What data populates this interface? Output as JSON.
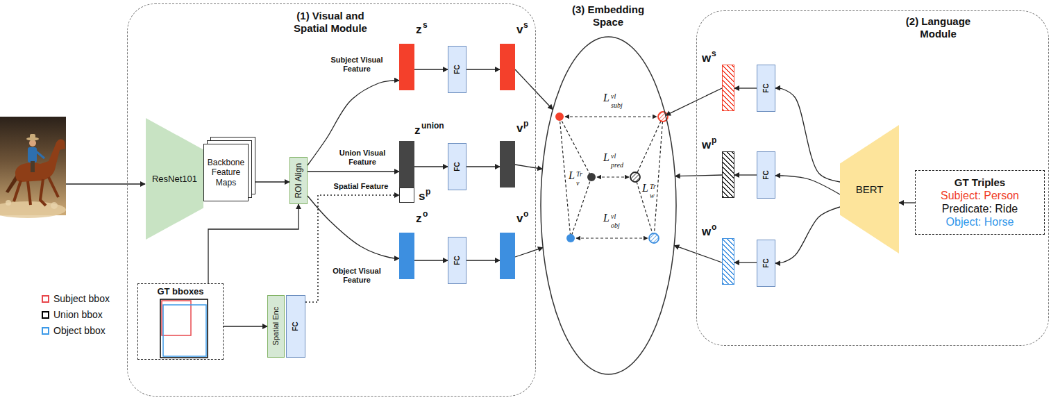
{
  "diagram": {
    "nodes": [
      {
        "text": [
          "(1) Visual and Spatial Module"
        ]
      },
      {
        "text": [
          "ResNet101"
        ],
        "in": 0
      },
      {
        "text": [
          "Backbone Feature Maps"
        ],
        "in": 0
      },
      {
        "text": [
          "ROI Align"
        ],
        "in": 0
      },
      {
        "text": [
          "z",
          "s"
        ],
        "in": 0
      },
      {
        "text": [
          "FC"
        ],
        "in": 0
      },
      {
        "text": [
          "v",
          "s"
        ],
        "in": 0
      },
      {
        "text": [
          "z",
          "union"
        ],
        "in": 0
      },
      {
        "text": [
          "s",
          "p"
        ],
        "in": 0
      },
      {
        "text": [
          "FC"
        ],
        "in": 0
      },
      {
        "text": [
          "v",
          "p"
        ],
        "in": 0
      },
      {
        "text": [
          "z",
          "o"
        ],
        "in": 0
      },
      {
        "text": [
          "FC"
        ],
        "in": 0
      },
      {
        "text": [
          "v",
          "o"
        ],
        "in": 0
      },
      {
        "text": [
          "GT bboxes"
        ],
        "in": 0
      },
      {
        "text": [
          "Spatial Enc"
        ],
        "in": 0
      },
      {
        "text": [
          "FC"
        ],
        "in": 0
      },
      {
        "text": [
          "(3) Embedding Space"
        ]
      },
      {
        "text": [
          "(2) Language Module"
        ]
      },
      {
        "text": [
          "w",
          "s"
        ],
        "in": 18
      },
      {
        "text": [
          "FC"
        ],
        "in": 18
      },
      {
        "text": [
          "w",
          "p"
        ],
        "in": 18
      },
      {
        "text": [
          "FC"
        ],
        "in": 18
      },
      {
        "text": [
          "w",
          "o"
        ],
        "in": 18
      },
      {
        "text": [
          "FC"
        ],
        "in": 18
      },
      {
        "text": [
          "BERT"
        ],
        "in": 18
      },
      {
        "text": [
          "GT Triples",
          "Subject: Person",
          "Predicate: Ride",
          "Object: Horse"
        ],
        "in": 18
      }
    ],
    "edges": [
      {
        "from": 2,
        "to": 3,
        "arrow": "to"
      },
      {
        "from": 14,
        "to": 3,
        "arrow": "to"
      },
      {
        "from": 3,
        "to": 4,
        "arrow": "to",
        "label": "Subject Visual Feature"
      },
      {
        "from": 3,
        "to": 7,
        "arrow": "to",
        "label": "Union Visual Feature"
      },
      {
        "from": 16,
        "to": 8,
        "arrow": "to",
        "label": "Spatial Feature"
      },
      {
        "from": 3,
        "to": 11,
        "arrow": "to",
        "label": "Object Visual Feature"
      },
      {
        "from": 4,
        "to": 5,
        "arrow": "to"
      },
      {
        "from": 5,
        "to": 6,
        "arrow": "to"
      },
      {
        "from": 7,
        "to": 9,
        "arrow": "to"
      },
      {
        "from": 9,
        "to": 10,
        "arrow": "to"
      },
      {
        "from": 11,
        "to": 12,
        "arrow": "to"
      },
      {
        "from": 12,
        "to": 13,
        "arrow": "to"
      },
      {
        "from": 14,
        "to": 15,
        "arrow": "to"
      },
      {
        "from": 6,
        "to": 17,
        "arrow": "to"
      },
      {
        "from": 10,
        "to": 17,
        "arrow": "to"
      },
      {
        "from": 13,
        "to": 17,
        "arrow": "to"
      },
      {
        "from": 26,
        "to": 25,
        "arrow": "to"
      },
      {
        "from": 25,
        "to": 20,
        "arrow": "to"
      },
      {
        "from": 25,
        "to": 22,
        "arrow": "to"
      },
      {
        "from": 25,
        "to": 24,
        "arrow": "to"
      },
      {
        "from": 20,
        "to": 19,
        "arrow": "to"
      },
      {
        "from": 22,
        "to": 21,
        "arrow": "to"
      },
      {
        "from": 24,
        "to": 23,
        "arrow": "to"
      },
      {
        "from": 19,
        "to": 17,
        "arrow": "to"
      },
      {
        "from": 21,
        "to": 17,
        "arrow": "to"
      },
      {
        "from": 23,
        "to": 17,
        "arrow": "to"
      }
    ],
    "labels": [
      "L",
      "vl",
      "subj",
      "L",
      "vl",
      "pred",
      "L",
      "Tr",
      "v",
      "L",
      "Tr",
      "w",
      "L",
      "vl",
      "obj"
    ],
    "legend": [
      {
        "text": "Subject bbox",
        "color": "#e8474c"
      },
      {
        "text": "Union bbox",
        "color": "#000000"
      },
      {
        "text": "Object bbox",
        "color": "#3d9ae8"
      }
    ]
  }
}
